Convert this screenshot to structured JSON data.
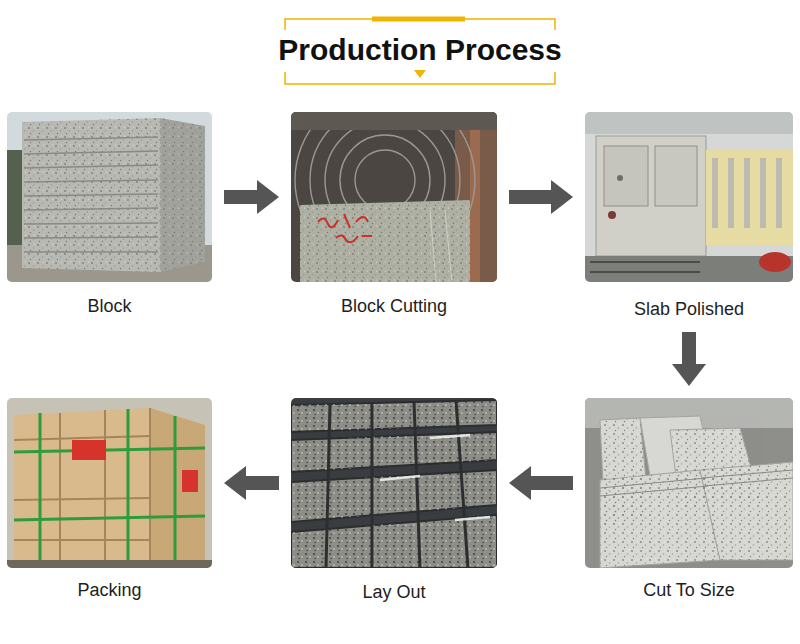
{
  "diagram": {
    "title": "Production Process",
    "nodes": [
      {
        "text": [
          "Block"
        ]
      },
      {
        "text": [
          "Block Cutting"
        ]
      },
      {
        "text": [
          "Slab Polished"
        ]
      },
      {
        "text": [
          "Cut To Size"
        ]
      },
      {
        "text": [
          "Lay Out"
        ]
      },
      {
        "text": [
          "Packing"
        ]
      }
    ],
    "edges": [
      {
        "from": 0,
        "to": 1,
        "arrow": "to"
      },
      {
        "from": 1,
        "to": 2,
        "arrow": "to"
      },
      {
        "from": 2,
        "to": 3,
        "arrow": "to"
      },
      {
        "from": 3,
        "to": 4,
        "arrow": "to"
      },
      {
        "from": 4,
        "to": 5,
        "arrow": "to"
      }
    ]
  }
}
